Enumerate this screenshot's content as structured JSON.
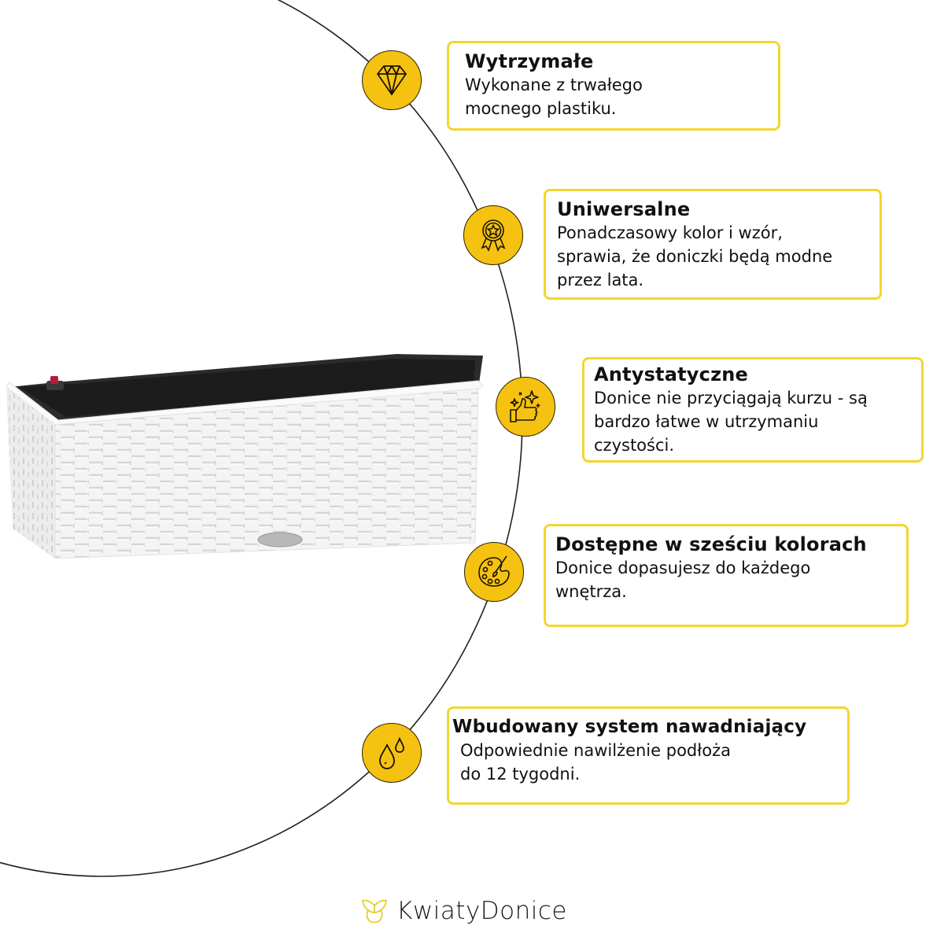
{
  "colors": {
    "accent": "#F5C211",
    "card_border": "#F2D630",
    "text": "#111111",
    "line": "#222222"
  },
  "features": [
    {
      "icon": "diamond-icon",
      "title": "Wytrzymałe",
      "lines": [
        "Wykonane z trwałego",
        "mocnego plastiku."
      ]
    },
    {
      "icon": "medal-icon",
      "title": "Uniwersalne",
      "lines": [
        "Ponadczasowy kolor i wzór,",
        "sprawia, że doniczki będą modne",
        "przez lata."
      ]
    },
    {
      "icon": "thumbs-up-sparkle-icon",
      "title": "Antystatyczne",
      "lines": [
        "Donice nie przyciągają kurzu - są",
        "bardzo łatwe w utrzymaniu",
        "czystości."
      ]
    },
    {
      "icon": "palette-icon",
      "title": "Dostępne w sześciu kolorach",
      "lines": [
        "Donice dopasujesz do każdego",
        "wnętrza."
      ]
    },
    {
      "icon": "water-drops-icon",
      "title": "Wbudowany system nawadniający",
      "lines": [
        "Odpowiednie nawilżenie podłoża",
        "do 12 tygodni."
      ]
    }
  ],
  "product": {
    "name": "white rattan planter box"
  },
  "brand": {
    "name": "KwiatyDonice",
    "logo_icon": "butterfly-logo-icon"
  }
}
